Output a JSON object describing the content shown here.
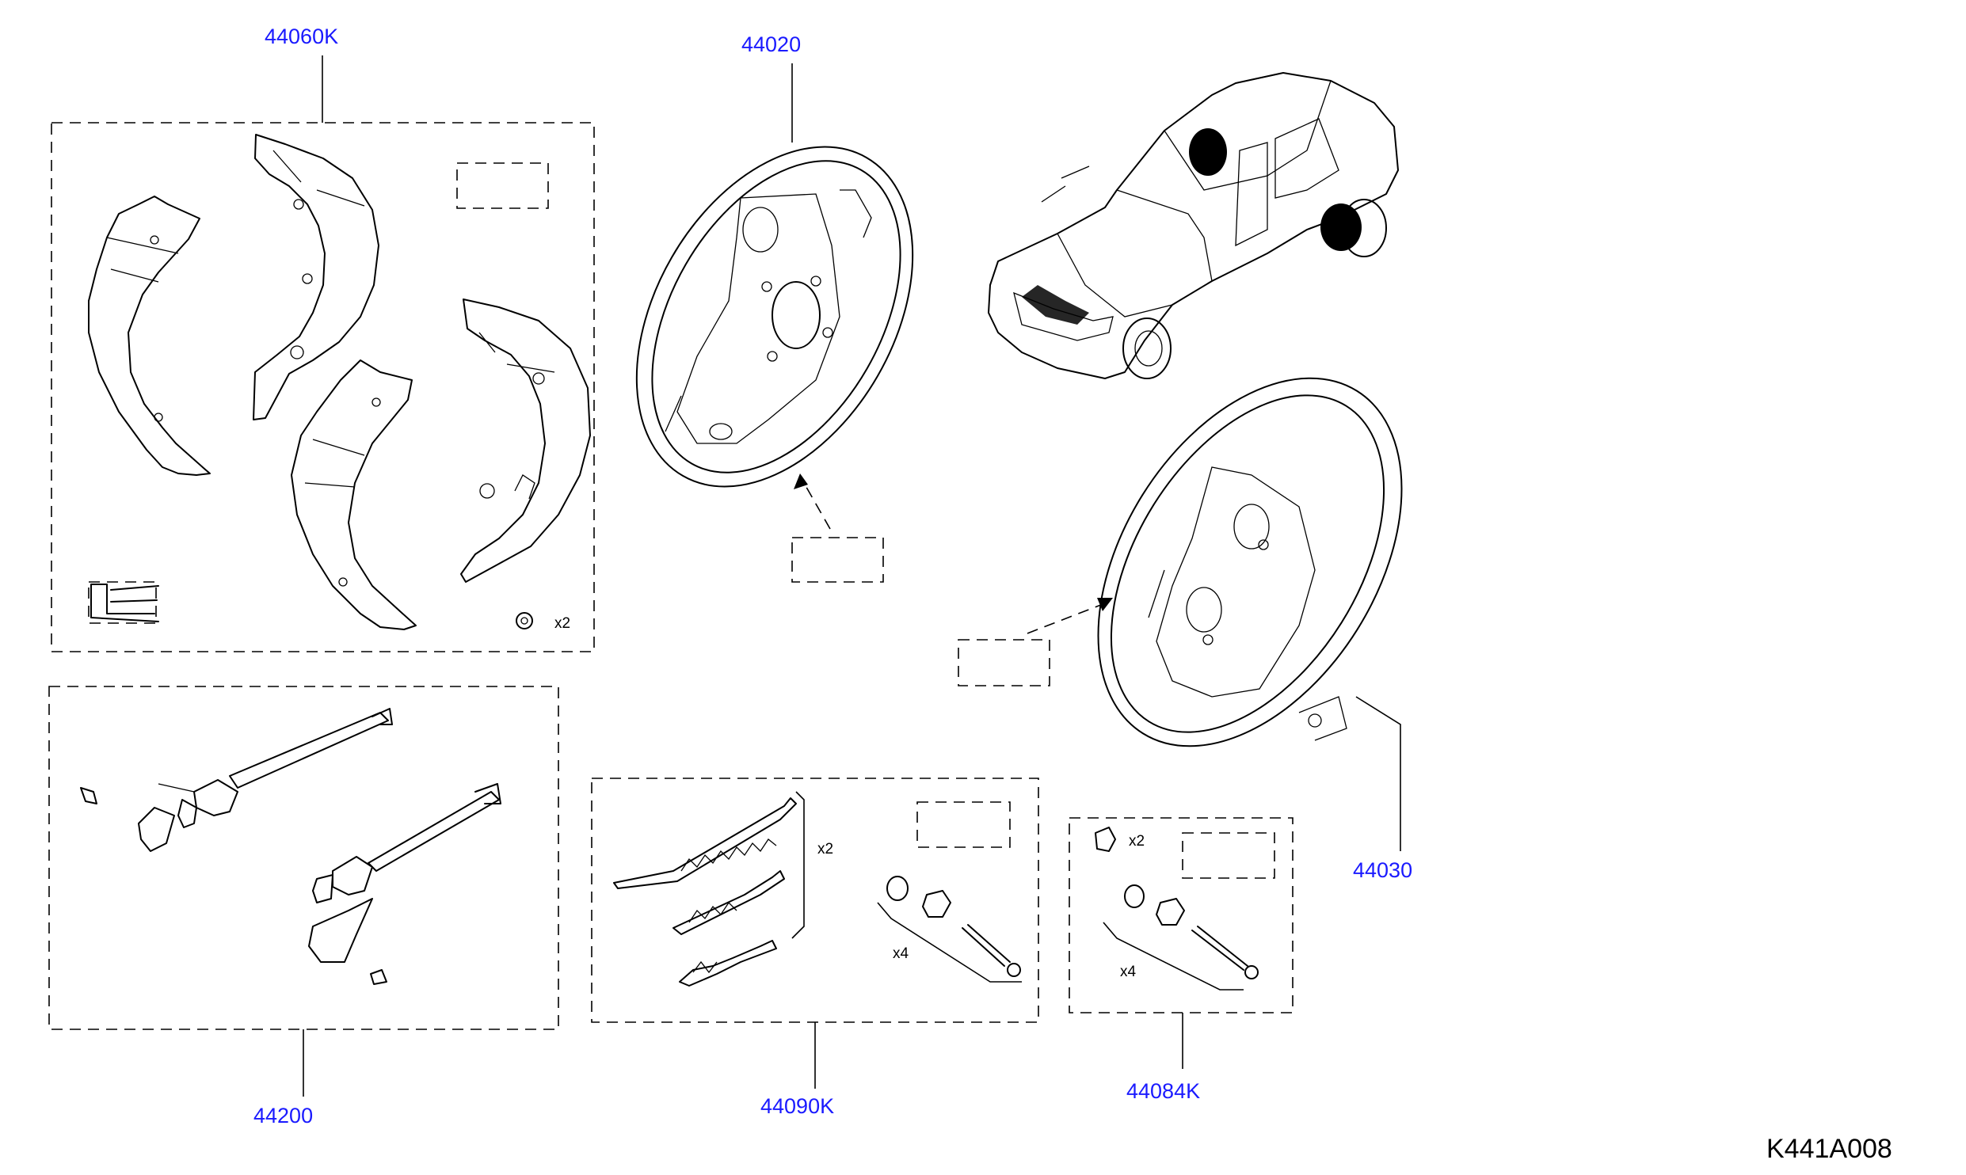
{
  "diagram_code": "K441A008",
  "parts": {
    "shoe_kit": "44060K",
    "back_plate_left": "44020",
    "back_plate_right": "44030",
    "adjuster": "44200",
    "spring_kit": "44090K",
    "hold_down_kit": "44084K"
  },
  "quantities": {
    "shoe_kit_clip": "x2",
    "spring_kit_springs": "x2",
    "spring_kit_pins": "x4",
    "hold_down_cup": "x2",
    "hold_down_pins": "x4"
  }
}
